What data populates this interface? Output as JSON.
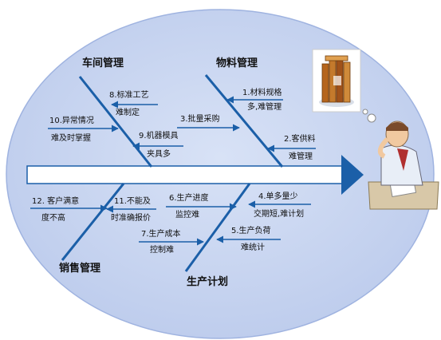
{
  "categories": {
    "workshop": "车间管理",
    "materials": "物料管理",
    "sales": "销售管理",
    "production": "生产计划"
  },
  "causes": {
    "c1a": "1.材料规格",
    "c1b": "多,难管理",
    "c2a": "2.客供料",
    "c2b": "难管理",
    "c3": "3.批量采购",
    "c4a": "4.单多量少",
    "c4b": "交期短,难计划",
    "c5a": "5.生产负荷",
    "c5b": "难统计",
    "c6a": "6.生产进度",
    "c6b": "监控难",
    "c7a": "7.生产成本",
    "c7b": "控制难",
    "c8a": "8.标准工艺",
    "c8b": "难制定",
    "c9a": "9.机器模具",
    "c9b": "夹具多",
    "c10a": "10.异常情况",
    "c10b": "难及时掌握",
    "c11a": "11.不能及",
    "c11b": "时准确报价",
    "c12a": "12. 客户满意",
    "c12b": "度不高"
  },
  "colors": {
    "ellipse": "#c9d6f1",
    "ellipse_edge": "#9fb3e0",
    "spine_fill": "#ffffff",
    "spine_stroke": "#1b5fa8",
    "arrow": "#1b5fa8",
    "bone": "#1b5fa8"
  },
  "icons": [
    "stacked-books-icon",
    "thinking-man-icon"
  ]
}
